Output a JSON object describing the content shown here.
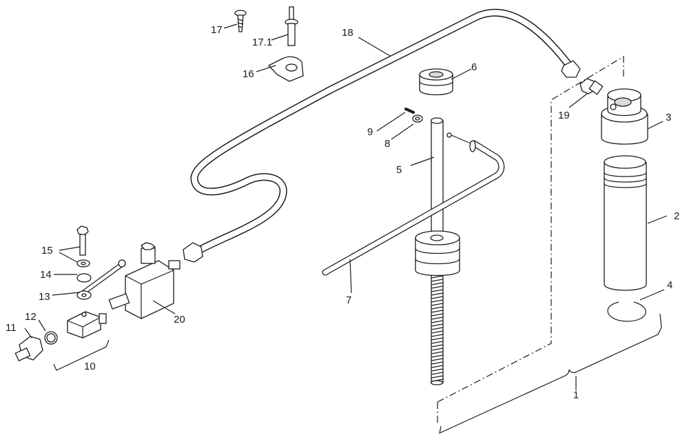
{
  "callouts": [
    {
      "id": "c1",
      "text": "1"
    },
    {
      "id": "c2",
      "text": "2"
    },
    {
      "id": "c3",
      "text": "3"
    },
    {
      "id": "c4",
      "text": "4"
    },
    {
      "id": "c5",
      "text": "5"
    },
    {
      "id": "c6",
      "text": "6"
    },
    {
      "id": "c7",
      "text": "7"
    },
    {
      "id": "c8",
      "text": "8"
    },
    {
      "id": "c9",
      "text": "9"
    },
    {
      "id": "c10",
      "text": "10"
    },
    {
      "id": "c11",
      "text": "11"
    },
    {
      "id": "c12",
      "text": "12"
    },
    {
      "id": "c13",
      "text": "13"
    },
    {
      "id": "c14",
      "text": "14"
    },
    {
      "id": "c15",
      "text": "15"
    },
    {
      "id": "c16",
      "text": "16"
    },
    {
      "id": "c17",
      "text": "17"
    },
    {
      "id": "c171",
      "text": "17.1"
    },
    {
      "id": "c18",
      "text": "18"
    },
    {
      "id": "c19",
      "text": "19"
    },
    {
      "id": "c20",
      "text": "20"
    }
  ],
  "colors": {
    "line": "#1a1a1a",
    "background": "#ffffff",
    "shade": "#d9d9d9"
  }
}
